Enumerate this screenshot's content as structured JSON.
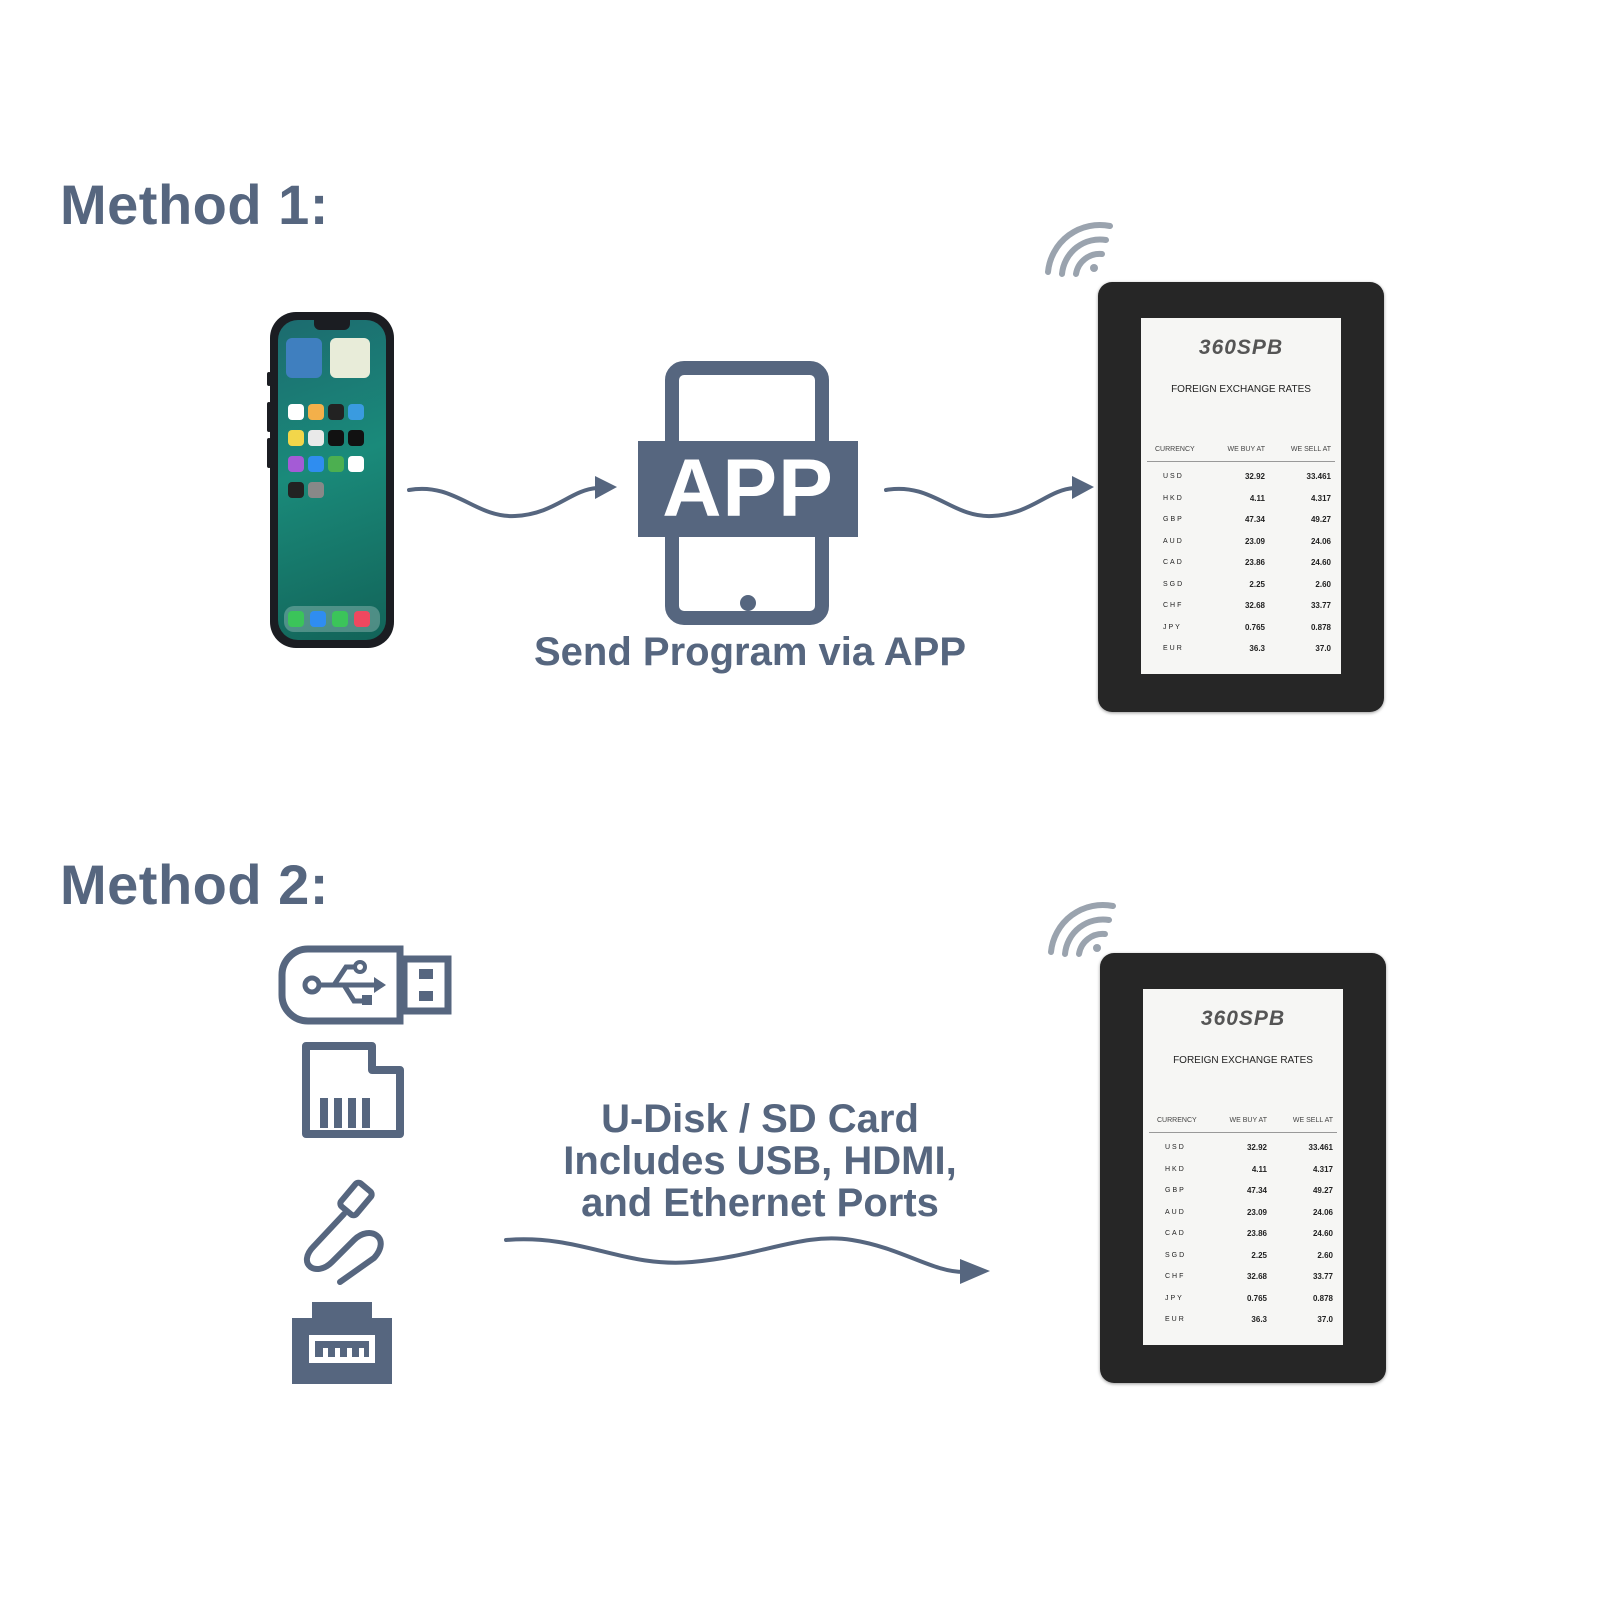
{
  "method1": {
    "heading": "Method 1:",
    "app_badge": "APP",
    "caption": "Send Program via APP"
  },
  "method2": {
    "heading": "Method 2:",
    "caption_lines": [
      "U-Disk / SD Card",
      "Includes USB, HDMI,",
      "and Ethernet Ports"
    ],
    "icons": [
      "usb-drive-icon",
      "sd-card-icon",
      "cable-icon",
      "ethernet-port-icon"
    ]
  },
  "display": {
    "logo": "360SPB",
    "title": "FOREIGN EXCHANGE RATES",
    "columns": [
      "CURRENCY",
      "WE BUY AT",
      "WE SELL AT"
    ],
    "rows": [
      [
        "USD",
        "32.92",
        "33.461"
      ],
      [
        "HKD",
        "4.11",
        "4.317"
      ],
      [
        "GBP",
        "47.34",
        "49.27"
      ],
      [
        "AUD",
        "23.09",
        "24.06"
      ],
      [
        "CAD",
        "23.86",
        "24.60"
      ],
      [
        "SGD",
        "2.25",
        "2.60"
      ],
      [
        "CHF",
        "32.68",
        "33.77"
      ],
      [
        "JPY",
        "0.765",
        "0.878"
      ],
      [
        "EUR",
        "36.3",
        "37.0"
      ]
    ]
  },
  "colors": {
    "accent": "#56667f",
    "device_frame": "#262626",
    "wifi": "#9aa3ae"
  }
}
